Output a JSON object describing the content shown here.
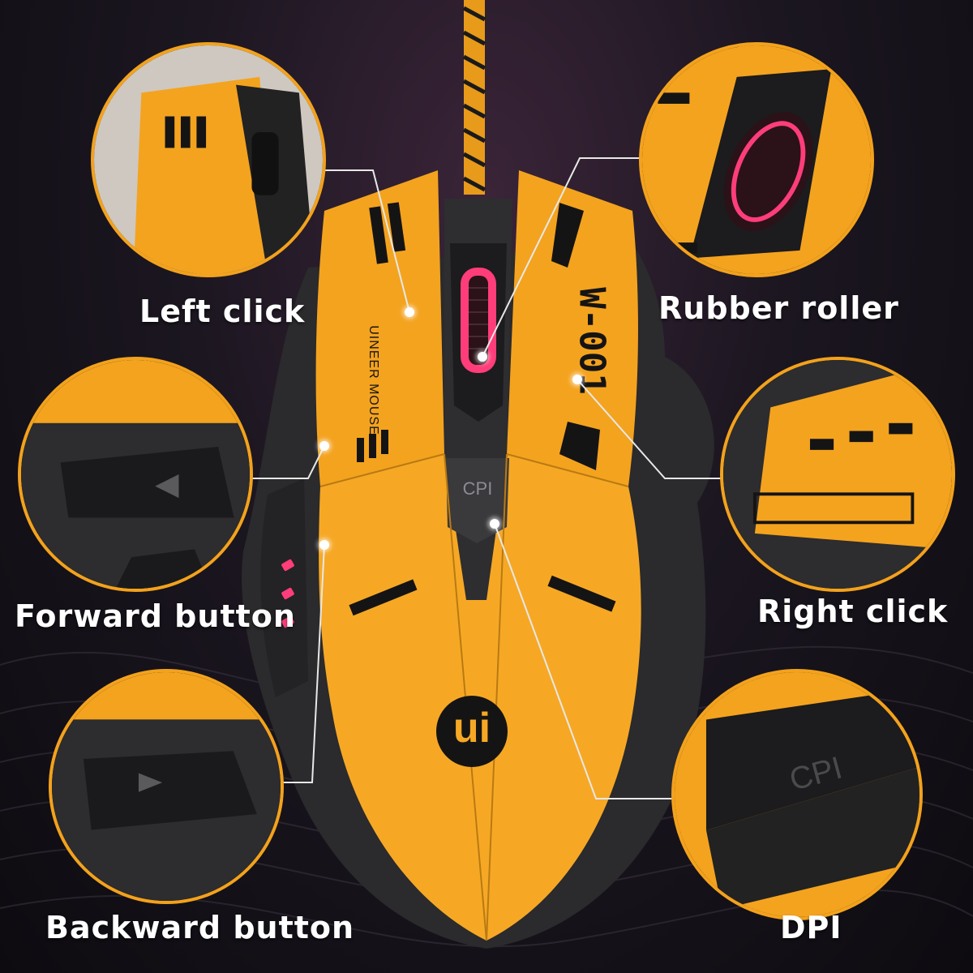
{
  "labels": {
    "left_click": "Left click",
    "rubber_roller": "Rubber roller",
    "forward_button": "Forward button",
    "right_click": "Right click",
    "backward_button": "Backward button",
    "dpi": "DPI"
  },
  "mouse": {
    "model_text": "W-001",
    "brand_text": "UINEER MOUSE",
    "cpi_text": "CPI",
    "logo_text": "ui"
  },
  "colors": {
    "accent_orange": "#f3a21c",
    "body_orange": "#f4a31f",
    "shell_dark": "#2b2a2c",
    "led_pink": "#ff3d7a"
  }
}
